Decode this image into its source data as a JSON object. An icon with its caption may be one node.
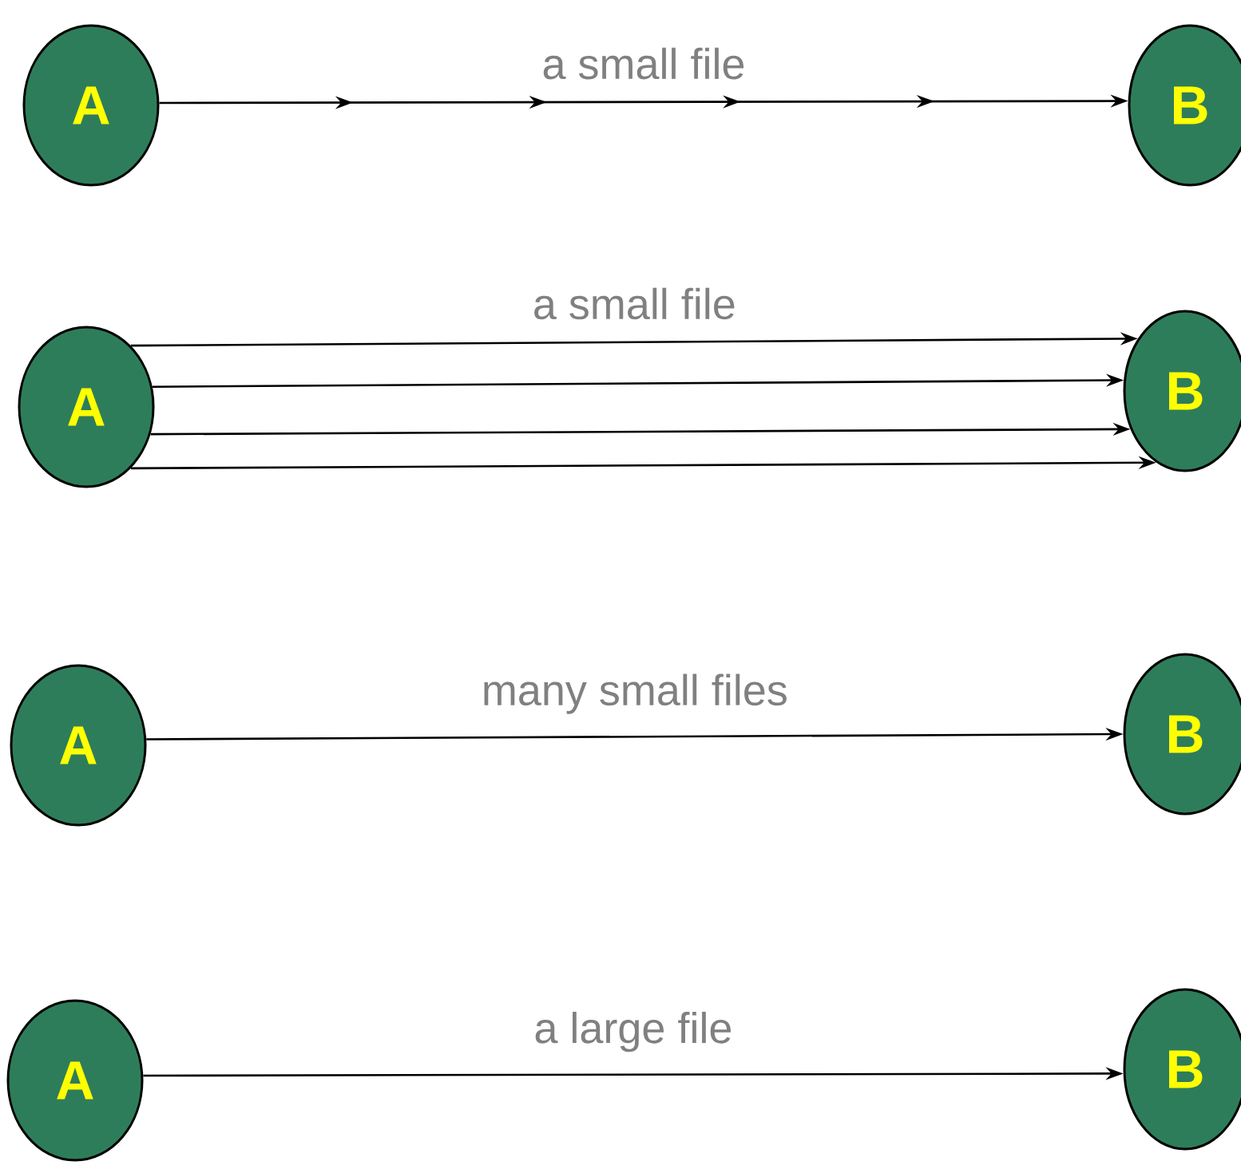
{
  "diagram": {
    "nodes": [
      {
        "text": [
          "A"
        ]
      },
      {
        "text": [
          "B"
        ]
      },
      {
        "text": [
          "A"
        ]
      },
      {
        "text": [
          "B"
        ]
      },
      {
        "text": [
          "A"
        ]
      },
      {
        "text": [
          "B"
        ]
      },
      {
        "text": [
          "A"
        ]
      },
      {
        "text": [
          "B"
        ]
      }
    ],
    "edges": [
      {
        "from": 0,
        "to": 1,
        "arrow": "to",
        "label": "a small file"
      },
      {
        "from": 2,
        "to": 3,
        "arrow": "to",
        "label": "a small file"
      },
      {
        "from": 2,
        "to": 3,
        "arrow": "to"
      },
      {
        "from": 2,
        "to": 3,
        "arrow": "to"
      },
      {
        "from": 2,
        "to": 3,
        "arrow": "to"
      },
      {
        "from": 4,
        "to": 5,
        "arrow": "to",
        "label": "many small files"
      },
      {
        "from": 6,
        "to": 7,
        "arrow": "to",
        "label": "a large file"
      }
    ]
  }
}
